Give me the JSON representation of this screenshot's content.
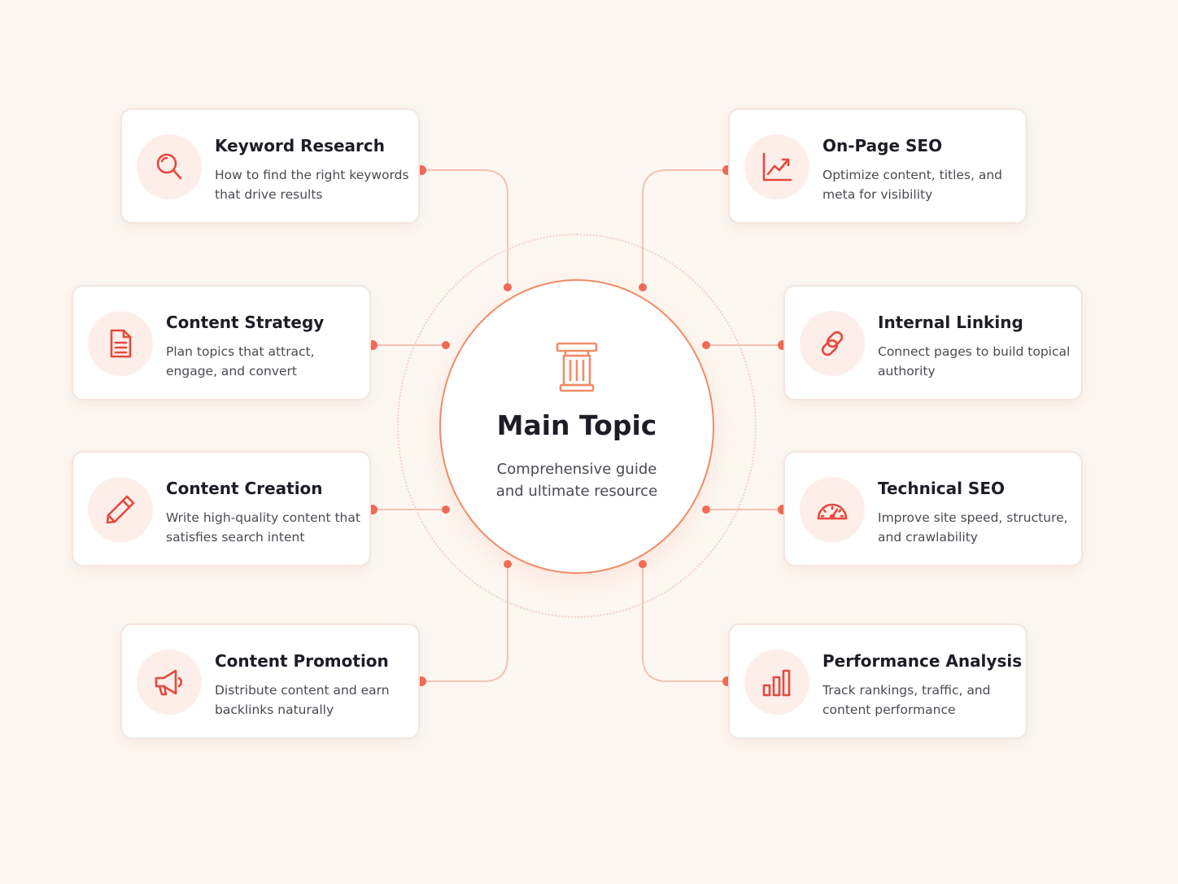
{
  "hub": {
    "title": "Main Topic",
    "subtitle_line1": "Comprehensive guide",
    "subtitle_line2": "and ultimate resource",
    "icon": "pillar-icon"
  },
  "colors": {
    "background": "#fdf7f2",
    "accent": "#e8483e",
    "accent_soft": "#fdeeea",
    "connector": "#f2c3b3",
    "hub_border": "#f08c68",
    "title": "#1d1d26",
    "body": "#4a4a52"
  },
  "cards": [
    {
      "title": "Keyword Research",
      "desc": "How to find the right keywords that drive results",
      "icon": "search-icon"
    },
    {
      "title": "On-Page SEO",
      "desc": "Optimize content, titles, and meta for visibility",
      "icon": "trend-chart-icon"
    },
    {
      "title": "Content Strategy",
      "desc": "Plan topics that attract, engage, and convert",
      "icon": "document-icon"
    },
    {
      "title": "Internal Linking",
      "desc": "Connect pages to build topical authority",
      "icon": "link-icon"
    },
    {
      "title": "Content Creation",
      "desc": "Write high-quality content that satisfies search intent",
      "icon": "pencil-icon"
    },
    {
      "title": "Technical SEO",
      "desc": "Improve site speed, structure, and crawlability",
      "icon": "gauge-icon"
    },
    {
      "title": "Content Promotion",
      "desc": "Distribute content and earn backlinks naturally",
      "icon": "megaphone-icon"
    },
    {
      "title": "Performance Analysis",
      "desc": "Track rankings, traffic, and content performance",
      "icon": "bar-chart-icon"
    }
  ]
}
